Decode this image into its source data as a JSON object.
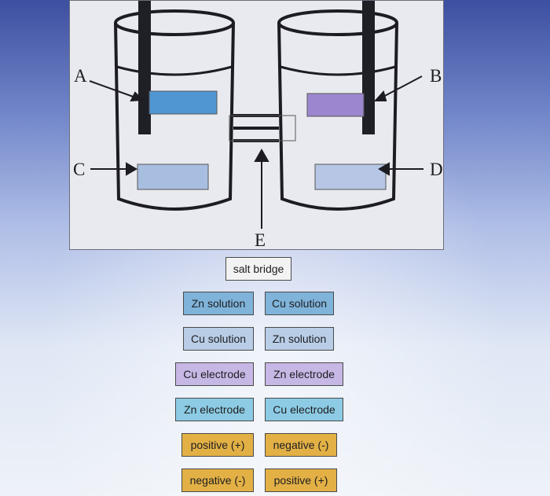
{
  "diagram": {
    "labels": {
      "a": "A",
      "b": "B",
      "c": "C",
      "d": "D",
      "e": "E"
    },
    "colors": {
      "zone_a": "#4f96d3",
      "zone_b": "#9b86cf",
      "zone_c": "#a8bee0",
      "zone_d": "#b6c6e4"
    }
  },
  "answer_bank": {
    "salt_bridge": "salt bridge",
    "row1": [
      "Zn solution",
      "Cu solution"
    ],
    "row2": [
      "Cu solution",
      "Zn solution"
    ],
    "row3": [
      "Cu electrode",
      "Zn electrode"
    ],
    "row4": [
      "Zn electrode",
      "Cu electrode"
    ],
    "row5": [
      "positive (+)",
      "negative (-)"
    ],
    "row6": [
      "negative (-)",
      "positive (+)"
    ]
  }
}
